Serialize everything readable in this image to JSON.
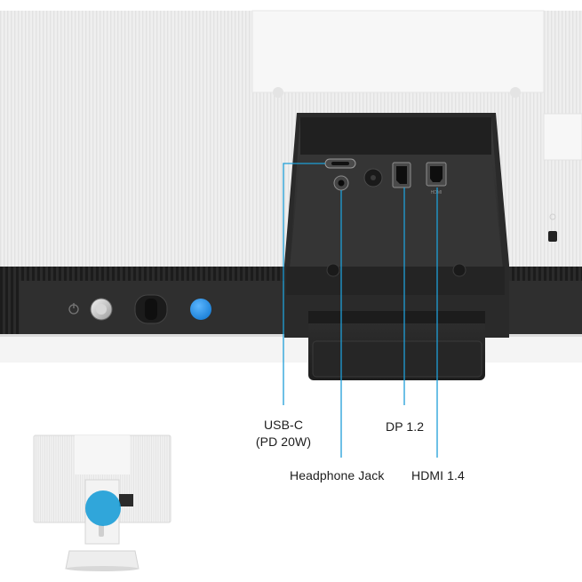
{
  "callouts": {
    "usb_c": "USB-C",
    "usb_c_power": "(PD 20W)",
    "headphone_jack": "Headphone Jack",
    "dp": "DP 1.2",
    "hdmi": "HDMI 1.4"
  },
  "port_markings": {
    "hdmi_logo": "HDMI"
  },
  "colors": {
    "callout_line": "#1f9fd8",
    "highlight_button": "#1e8fe1",
    "monitor_body": "#eeeeee",
    "bezel": "#2a2a2a"
  }
}
